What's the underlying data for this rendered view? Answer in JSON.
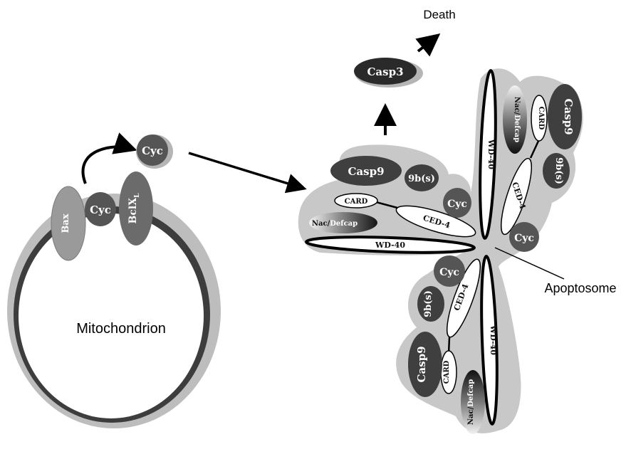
{
  "labels": {
    "mito": "Mitochondrion",
    "bax": "Bax",
    "cyc": "Cyc",
    "bclxl_main": "BclX",
    "bclxl_sub": "L",
    "death": "Death",
    "casp3": "Casp3",
    "casp9": "Casp9",
    "nine_bs": "9b(s)",
    "card": "CARD",
    "ced4": "CED-4",
    "wd40": "WD-40",
    "nac": "Nac/",
    "defcap": "Defcap",
    "apoptosome": "Apoptosome"
  }
}
